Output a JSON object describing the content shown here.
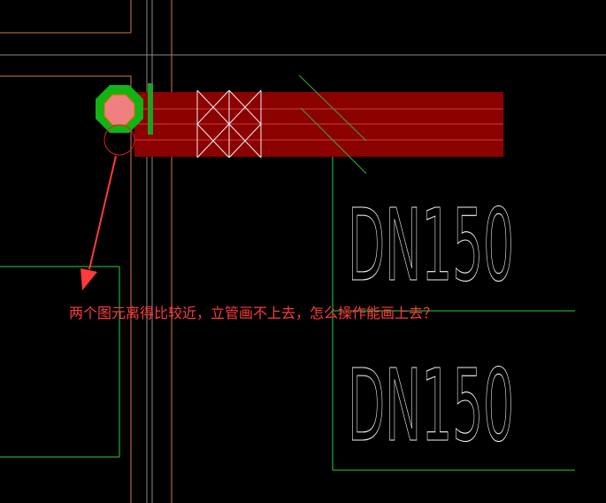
{
  "drawing": {
    "pipe_label_1": "DN150",
    "pipe_label_2": "DN150",
    "annotation": "两个图元离得比较近，立管画不上去，怎么操作能画上去？"
  },
  "colors": {
    "background": "#000000",
    "pipe_fill": "#8b0000",
    "pipe_line": "#d23c3c",
    "riser_outer": "#12b312",
    "riser_inner": "#f08080",
    "orange_line": "#d9793f",
    "green_line": "#2fcf2f",
    "gray_line": "#8a8a8a",
    "annotation": "#ff3b3b"
  },
  "icons": {
    "riser": "riser-pipe-icon",
    "valve": "gate-valve-icon",
    "arrow": "red-arrow-icon"
  }
}
